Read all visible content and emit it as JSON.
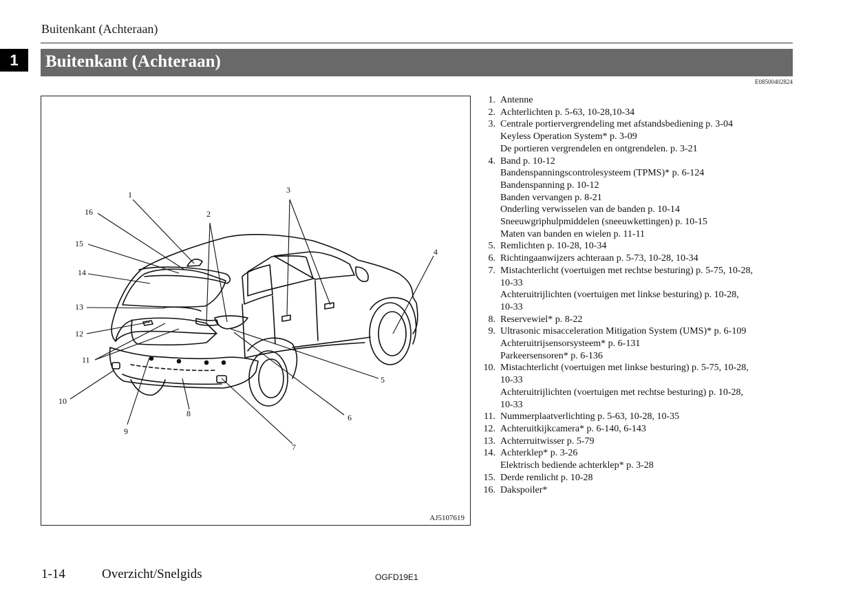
{
  "header": {
    "running_title": "Buitenkant (Achteraan)",
    "chapter_number": "1",
    "section_title": "Buitenkant (Achteraan)",
    "doc_code": "E08500402824"
  },
  "figure": {
    "figure_id": "AJ5107619",
    "callout_numbers": [
      "1",
      "2",
      "3",
      "4",
      "5",
      "6",
      "7",
      "8",
      "9",
      "10",
      "11",
      "12",
      "13",
      "14",
      "15",
      "16"
    ]
  },
  "callouts": [
    {
      "num": "1.",
      "lines": [
        "Antenne"
      ]
    },
    {
      "num": "2.",
      "lines": [
        "Achterlichten p. 5-63, 10-28,10-34"
      ]
    },
    {
      "num": "3.",
      "lines": [
        "Centrale portiervergrendeling met afstandsbediening p. 3-04",
        "Keyless Operation System* p. 3-09",
        "De portieren vergrendelen en ontgrendelen. p. 3-21"
      ]
    },
    {
      "num": "4.",
      "lines": [
        "Band p. 10-12",
        "Bandenspanningscontrolesysteem (TPMS)* p. 6-124",
        "Bandenspanning p. 10-12",
        "Banden vervangen p. 8-21",
        "Onderling verwisselen van de banden p. 10-14",
        "Sneeuwgriphulpmiddelen (sneeuwkettingen) p. 10-15",
        "Maten van banden en wielen p. 11-11"
      ]
    },
    {
      "num": "5.",
      "lines": [
        "Remlichten p. 10-28, 10-34"
      ]
    },
    {
      "num": "6.",
      "lines": [
        "Richtingaanwijzers achteraan p. 5-73, 10-28, 10-34"
      ]
    },
    {
      "num": "7.",
      "lines": [
        "Mistachterlicht (voertuigen met rechtse besturing) p. 5-75, 10-28,",
        "10-33",
        "Achteruitrijlichten (voertuigen met linkse besturing) p. 10-28,",
        "10-33"
      ]
    },
    {
      "num": "8.",
      "lines": [
        "Reservewiel* p. 8-22"
      ]
    },
    {
      "num": "9.",
      "lines": [
        "Ultrasonic misacceleration Mitigation System (UMS)* p. 6-109",
        "Achteruitrijsensorsysteem* p. 6-131",
        "Parkeersensoren* p. 6-136"
      ]
    },
    {
      "num": "10.",
      "lines": [
        "Mistachterlicht (voertuigen met linkse besturing) p. 5-75, 10-28,",
        "10-33",
        "Achteruitrijlichten (voertuigen met rechtse besturing) p. 10-28,",
        "10-33"
      ]
    },
    {
      "num": "11.",
      "lines": [
        "Nummerplaatverlichting p. 5-63, 10-28, 10-35"
      ]
    },
    {
      "num": "12.",
      "lines": [
        "Achteruitkijkcamera* p. 6-140, 6-143"
      ]
    },
    {
      "num": "13.",
      "lines": [
        "Achterruitwisser p. 5-79"
      ]
    },
    {
      "num": "14.",
      "lines": [
        "Achterklep* p. 3-26",
        "Elektrisch bediende achterklep* p. 3-28"
      ]
    },
    {
      "num": "15.",
      "lines": [
        "Derde remlicht p. 10-28"
      ]
    },
    {
      "num": "16.",
      "lines": [
        "Dakspoiler*"
      ]
    }
  ],
  "footer": {
    "page_number": "1-14",
    "section": "Overzicht/Snelgids",
    "code": "OGFD19E1"
  }
}
